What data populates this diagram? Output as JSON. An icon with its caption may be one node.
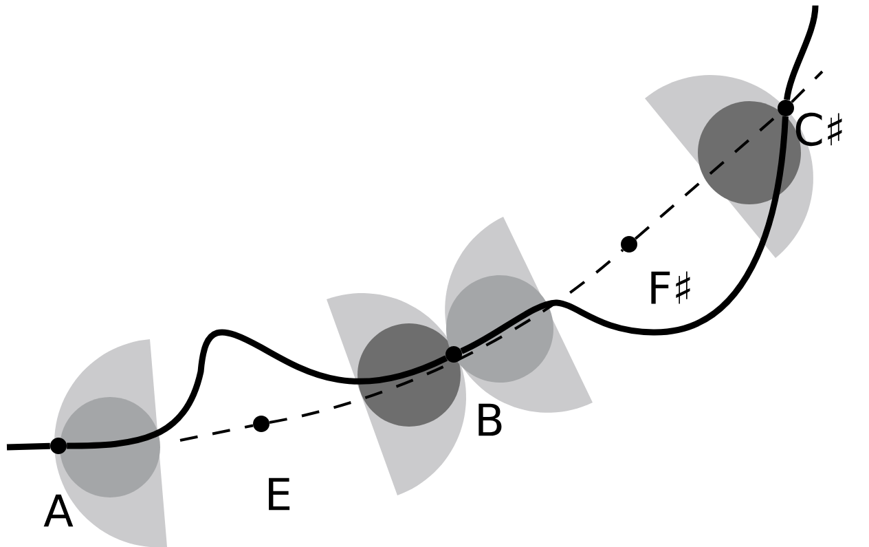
{
  "diagram": {
    "nodes": [
      {
        "text": [],
        "shape": "circle",
        "beside": [
          "A"
        ]
      },
      {
        "text": [],
        "shape": "circle",
        "beside": [
          "E"
        ]
      },
      {
        "text": [],
        "shape": "circle",
        "beside": [
          "B"
        ]
      },
      {
        "text": [],
        "shape": "circle",
        "beside": [
          "F♯"
        ]
      },
      {
        "text": [],
        "shape": "circle",
        "beside": [
          "C♯"
        ]
      }
    ],
    "edges": [
      {
        "from": null,
        "to": 0,
        "arrow": "none",
        "style": "thick"
      },
      {
        "from": 0,
        "to": 2,
        "arrow": "none",
        "style": "thick"
      },
      {
        "from": 2,
        "to": 4,
        "arrow": "none",
        "style": "thick"
      },
      {
        "from": 4,
        "to": null,
        "arrow": "none",
        "style": "thick"
      },
      {
        "from": null,
        "to": 1,
        "arrow": "none",
        "style": "dashed"
      },
      {
        "from": 1,
        "to": 3,
        "arrow": "none",
        "style": "dashed"
      },
      {
        "from": 3,
        "to": 4,
        "arrow": "none",
        "style": "dashed"
      },
      {
        "from": 4,
        "to": null,
        "arrow": "none",
        "style": "dashed"
      }
    ]
  }
}
